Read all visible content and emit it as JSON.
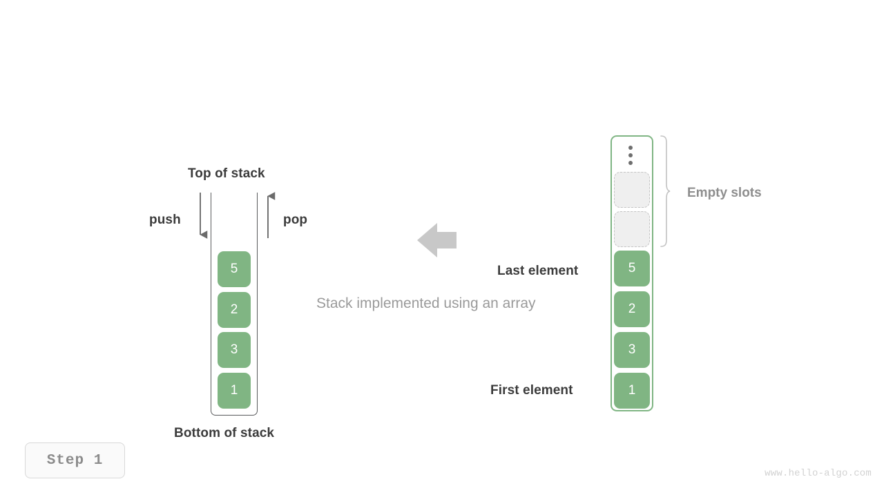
{
  "diagram": {
    "caption": "Stack implemented using an array",
    "watermark": "www.hello-algo.com",
    "step_badge": "Step  1",
    "colors": {
      "element_fill": "#80b583",
      "element_text": "#ffffff",
      "array_border": "#7fb583",
      "stack_border": "#58595b",
      "empty_slot_fill": "#efefef",
      "empty_slot_border": "#c3c3c3",
      "label_dark": "#3b3b3b",
      "label_gray": "#8e8e8e",
      "caption_gray": "#9a9a9a",
      "arrow_gray": "#c8c8c8",
      "thin_arrow_gray": "#6b6b6b"
    }
  },
  "stack_panel": {
    "top_label": "Top of stack",
    "bottom_label": "Bottom of stack",
    "push_label": "push",
    "pop_label": "pop",
    "push_icon": "arrow-down-icon",
    "pop_icon": "arrow-up-icon",
    "elements": [
      {
        "value": "5"
      },
      {
        "value": "2"
      },
      {
        "value": "3"
      },
      {
        "value": "1"
      }
    ]
  },
  "array_panel": {
    "empty_slots_label": "Empty slots",
    "last_element_label": "Last element",
    "first_element_label": "First element",
    "ellipsis_icon": "vertical-ellipsis-icon",
    "brace_icon": "curly-brace-icon",
    "empty_slot_count": 2,
    "elements": [
      {
        "value": "5"
      },
      {
        "value": "2"
      },
      {
        "value": "3"
      },
      {
        "value": "1"
      }
    ]
  },
  "transition": {
    "arrow_icon": "arrow-left-icon"
  }
}
